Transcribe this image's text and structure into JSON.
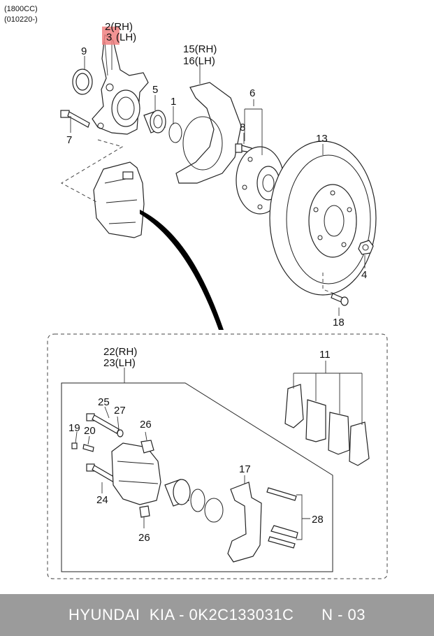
{
  "header": {
    "engine": "(1800CC)",
    "date": "(010220-)"
  },
  "labels": {
    "p1": "1",
    "p2": "2(RH)",
    "p3": "3",
    "p3_side": "(LH)",
    "p4": "4",
    "p5": "5",
    "p6": "6",
    "p7": "7",
    "p8": "8",
    "p9": "9",
    "p11": "11",
    "p13": "13",
    "p15": "15(RH)",
    "p16": "16(LH)",
    "p17": "17",
    "p18": "18",
    "p19": "19",
    "p20": "20",
    "p22": "22(RH)",
    "p23": "23(LH)",
    "p24": "24",
    "p25": "25",
    "p26a": "26",
    "p26b": "26",
    "p27": "27",
    "p28": "28"
  },
  "highlight_color": "#f08080",
  "footer": {
    "brand": "HYUNDAI  KIA - 0K2C133031C",
    "page": "N - 03"
  }
}
